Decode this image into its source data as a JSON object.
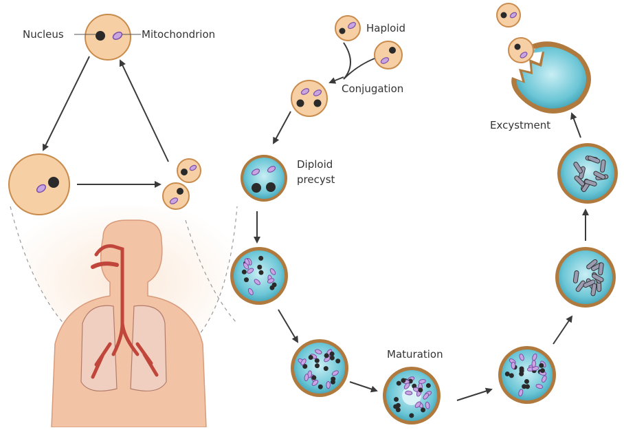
{
  "labels": {
    "nucleus": "Nucleus",
    "mitochondrion": "Mitochondrion",
    "haploid": "Haploid",
    "conjugation": "Conjugation",
    "diploid_precyst_line1": "Diploid",
    "diploid_precyst_line2": "precyst",
    "maturation": "Maturation",
    "excystment": "Excystment"
  },
  "colors": {
    "cell_fill": "#f6cfa4",
    "cell_stroke": "#c98b4c",
    "cyst_fill": "#6cc6d6",
    "cyst_ring": "#b07a3e",
    "nucleus": "#2a2a2a",
    "mito_fill": "#c9a6e2",
    "mito_stroke": "#7a4ea6",
    "arrow": "#3a3a3a",
    "airway": "#c0453a",
    "lung": "#f0cfc0",
    "skin": "#f3c3a6"
  }
}
